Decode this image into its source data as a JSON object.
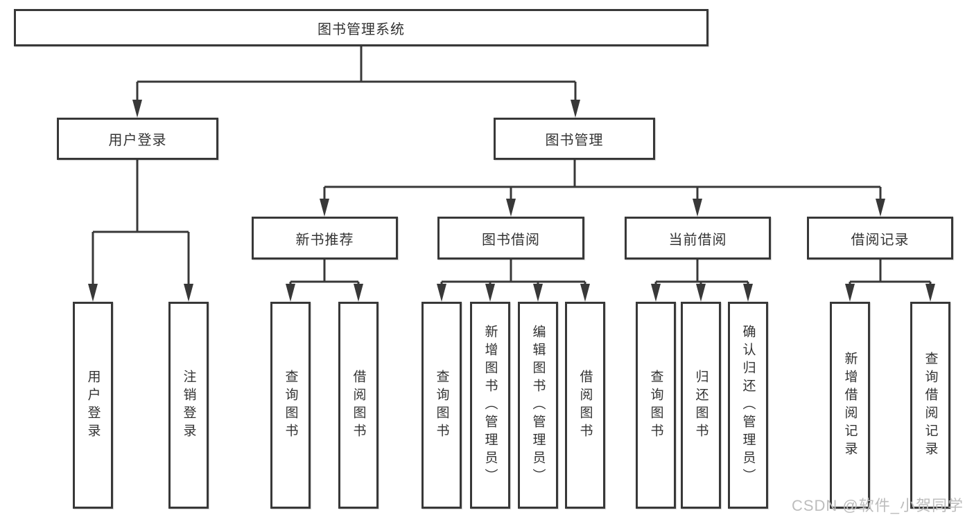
{
  "diagram": {
    "type": "hierarchy-tree",
    "root": {
      "label": "图书管理系统"
    },
    "level1": {
      "user_login": {
        "label": "用户登录"
      },
      "book_mgmt": {
        "label": "图书管理"
      }
    },
    "level2": {
      "new_book": {
        "label": "新书推荐",
        "parent": "图书管理"
      },
      "book_borrow": {
        "label": "图书借阅",
        "parent": "图书管理"
      },
      "current_borrow": {
        "label": "当前借阅",
        "parent": "图书管理"
      },
      "borrow_record": {
        "label": "借阅记录",
        "parent": "图书管理"
      }
    },
    "leaves": {
      "user_login": [
        "用户登录",
        "注销登录"
      ],
      "new_book": [
        "查询图书",
        "借阅图书"
      ],
      "book_borrow": [
        "查询图书",
        "新增图书（管理员）",
        "编辑图书（管理员）",
        "借阅图书"
      ],
      "current_borrow": [
        "查询图书",
        "归还图书",
        "确认归还（管理员）"
      ],
      "borrow_record": [
        "新增借阅记录",
        "查询借阅记录"
      ]
    }
  },
  "watermark": "CSDN @软件_小贺同学",
  "colors": {
    "line": "#383838",
    "text": "#333333",
    "watermark": "#bdbdbd",
    "background": "#ffffff"
  }
}
